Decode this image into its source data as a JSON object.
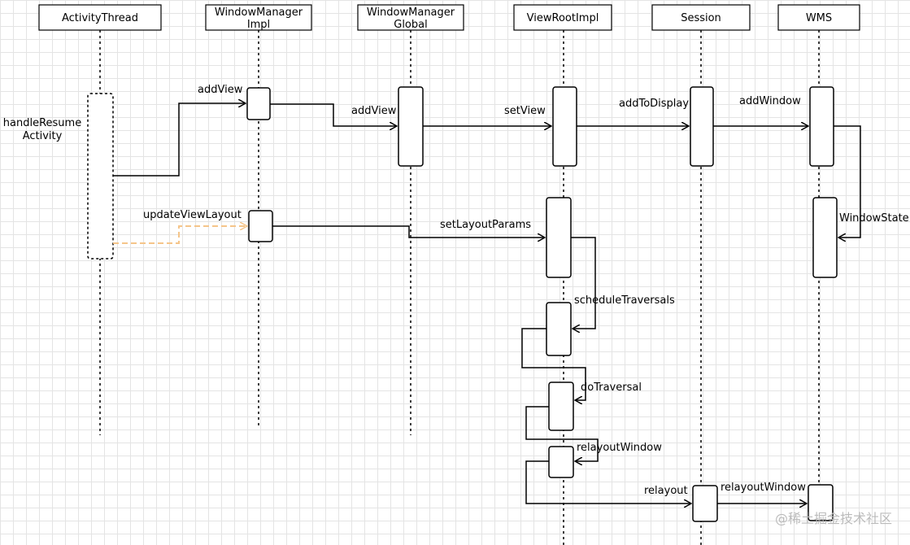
{
  "participants": [
    {
      "id": "activity-thread",
      "lines": [
        "ActivityThread"
      ]
    },
    {
      "id": "window-manager-impl",
      "lines": [
        "WindowManager",
        "Impl"
      ]
    },
    {
      "id": "window-manager-global",
      "lines": [
        "WindowManager",
        "Global"
      ]
    },
    {
      "id": "view-root-impl",
      "lines": [
        "ViewRootImpl"
      ]
    },
    {
      "id": "session",
      "lines": [
        "Session"
      ]
    },
    {
      "id": "wms",
      "lines": [
        "WMS"
      ]
    }
  ],
  "activity_label": [
    "handleResume",
    "Activity"
  ],
  "messages": {
    "add_view_1": "addView",
    "add_view_2": "addView",
    "set_view": "setView",
    "add_to_display": "addToDisplay",
    "add_window": "addWindow",
    "window_state": "WindowState",
    "update_view_layout": "updateViewLayout",
    "set_layout_params": "setLayoutParams",
    "schedule_traversals": "scheduleTraversals",
    "do_traversal": "doTraversal",
    "relayout_window_1": "relayoutWindow",
    "relayout": "relayout",
    "relayout_window_2": "relayoutWindow"
  },
  "colors": {
    "line": "#000000",
    "dashed_message": "#f5c58a",
    "watermark": "#bbbbbb"
  },
  "watermark": "@稀土掘金技术社区"
}
